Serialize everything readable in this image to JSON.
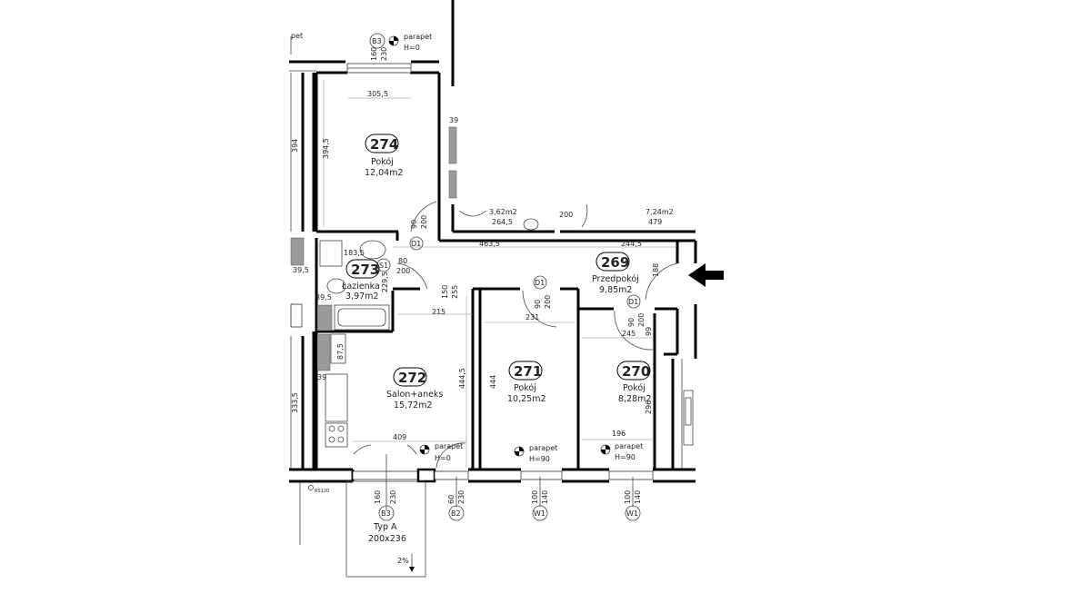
{
  "colors": {
    "wall": "#000000",
    "fill": "#9a9a9a",
    "background": "#ffffff"
  },
  "rooms": [
    {
      "number": "274",
      "name": "Pokój",
      "area": "12,04m2"
    },
    {
      "number": "273",
      "name": "Łazienka",
      "area": "3,97m2"
    },
    {
      "number": "272",
      "name": "Salon+aneks",
      "area": "15,72m2"
    },
    {
      "number": "271",
      "name": "Pokój",
      "area": "10,25m2"
    },
    {
      "number": "270",
      "name": "Pokój",
      "area": "8,28m2"
    },
    {
      "number": "269",
      "name": "Przedpokój",
      "area": "9,85m2"
    }
  ],
  "neighbor_areas": [
    "3,62m2",
    "7,24m2"
  ],
  "dimensions": {
    "d305": "305,5",
    "d394_5": "394,5",
    "d394": "394",
    "d39a": "39",
    "d183": "183,5",
    "d39_5a": "39,5",
    "d39_5b": "39,5",
    "d229": "229,5",
    "d87": "87,5",
    "d39b": "39",
    "d333": "333,5",
    "d215": "215",
    "d150": "150",
    "d255": "255",
    "d444_5": "444,5",
    "d409": "409",
    "d463": "463,5",
    "d244": "244,5",
    "d264": "264,5",
    "d479": "479",
    "d200top": "200",
    "d444": "444",
    "d231": "231",
    "d245": "245",
    "d99": "99",
    "d188": "188",
    "d296": "296",
    "d196": "196",
    "s1_80": "80",
    "s1_200": "200",
    "d1a_90": "90",
    "d1a_200": "200",
    "d1b_90": "90",
    "d1b_200": "200",
    "d1c_90": "90",
    "d1c_200": "200",
    "b3top_160": "160",
    "b3top_230": "230",
    "b3bot_160": "160",
    "b3bot_230": "230",
    "b2_60": "60",
    "b2_230": "230",
    "w1a_100": "100",
    "w1a_140": "140",
    "w1b_100": "100",
    "w1b_140": "140"
  },
  "tags": {
    "b3_top": "B3",
    "d1_274": "D1",
    "s1": "S1",
    "d1_271": "D1",
    "d1_270": "D1",
    "b3_bottom": "B3",
    "b2": "B2",
    "w1a": "W1",
    "w1b": "W1"
  },
  "parapets": [
    {
      "label": "parapet",
      "height": "H=0"
    },
    {
      "label": "parapet",
      "height": "H=0"
    },
    {
      "label": "parapet",
      "height": "H=90"
    },
    {
      "label": "parapet",
      "height": "H=90"
    }
  ],
  "partial_label": "pet",
  "balcony": {
    "type": "Typ  A",
    "size": "200x236",
    "slope": "2%"
  },
  "column_tag": "RS120"
}
